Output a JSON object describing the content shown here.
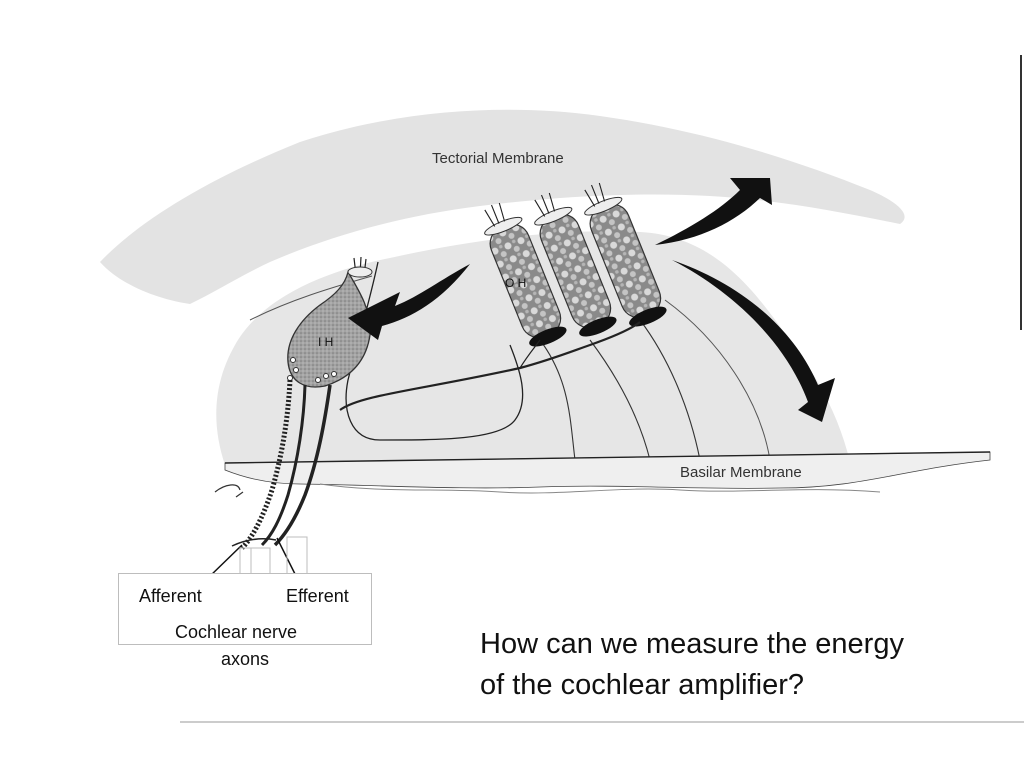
{
  "labels": {
    "tectorial_membrane": "Tectorial Membrane",
    "basilar_membrane": "Basilar Membrane",
    "inner_hair_cell": "I H",
    "outer_hair_cell": "O H",
    "afferent": "Afferent",
    "efferent": "Efferent",
    "cochlear_nerve_line1": "Cochlear nerve",
    "cochlear_nerve_line2": "axons"
  },
  "question": {
    "line1": "How can we measure the energy",
    "line2": "of the cochlear amplifier?"
  },
  "colors": {
    "membrane": "#e3e3e3",
    "inner_hair_cell": "#9c9c9c",
    "outer_hair_cell": "#7a7a7a",
    "arrow": "#111111"
  }
}
